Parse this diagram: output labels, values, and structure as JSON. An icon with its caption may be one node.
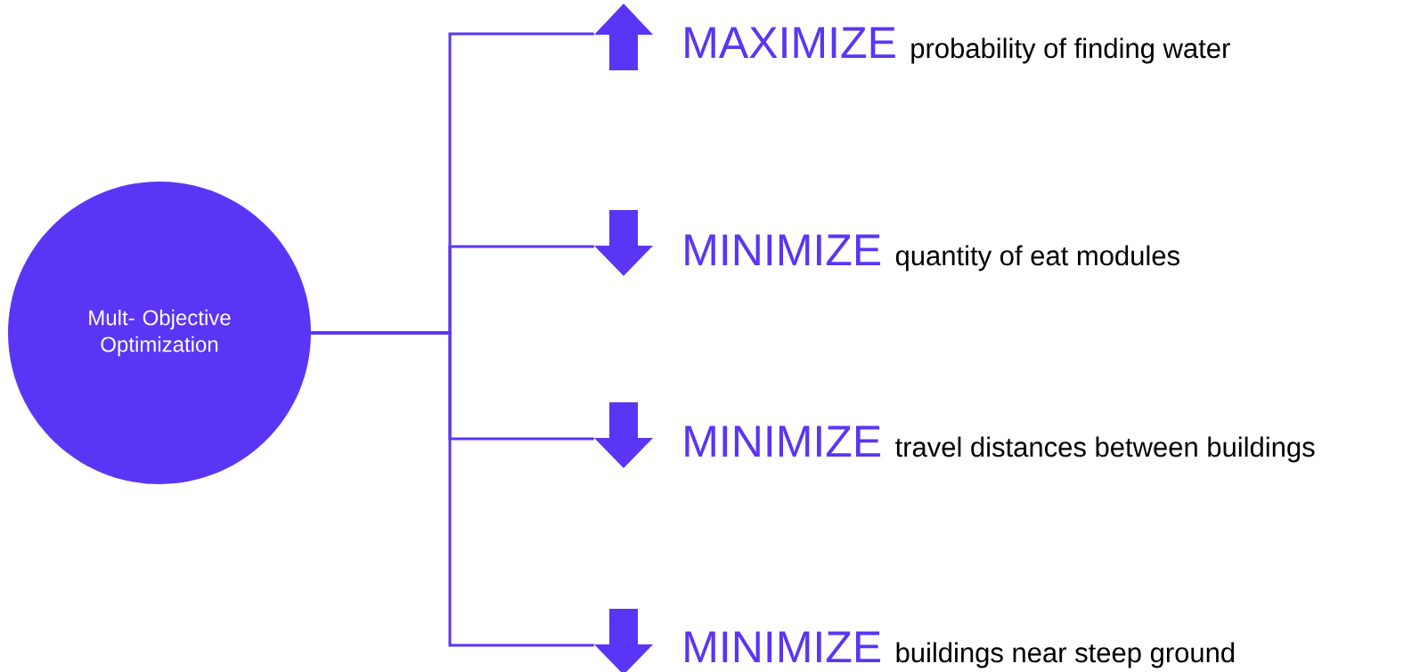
{
  "diagram": {
    "nodes": [
      {
        "text": [
          "Mult- Objective Optimization"
        ]
      },
      {
        "text": [],
        "shape": "up-arrow",
        "beside": [
          "MAXIMIZE",
          "probability of finding water"
        ]
      },
      {
        "text": [],
        "shape": "down-arrow",
        "beside": [
          "MINIMIZE",
          "quantity of eat modules"
        ]
      },
      {
        "text": [],
        "shape": "down-arrow",
        "beside": [
          "MINIMIZE",
          "travel distances between buildings"
        ]
      },
      {
        "text": [],
        "shape": "down-arrow",
        "beside": [
          "MINIMIZE",
          "buildings near steep ground"
        ]
      }
    ],
    "edges": [
      {
        "from": 0,
        "to": 1,
        "arrow": "none"
      },
      {
        "from": 0,
        "to": 2,
        "arrow": "none"
      },
      {
        "from": 0,
        "to": 3,
        "arrow": "none"
      },
      {
        "from": 0,
        "to": 4,
        "arrow": "none"
      }
    ]
  }
}
